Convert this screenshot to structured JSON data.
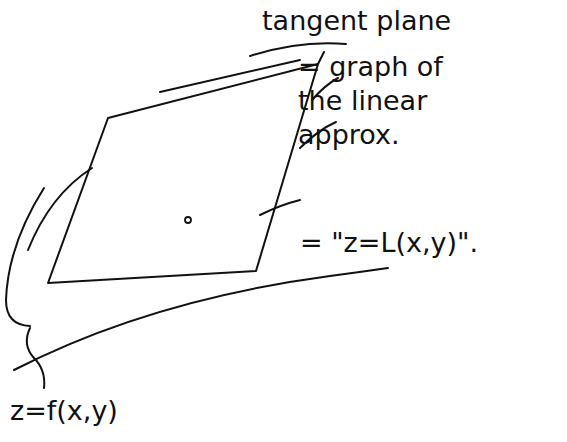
{
  "diagram": {
    "labels": [
      "tangent plane",
      "= graph of the linear approx.",
      "= \"z=L(x,y)\".",
      "z=f(x,y)"
    ]
  }
}
